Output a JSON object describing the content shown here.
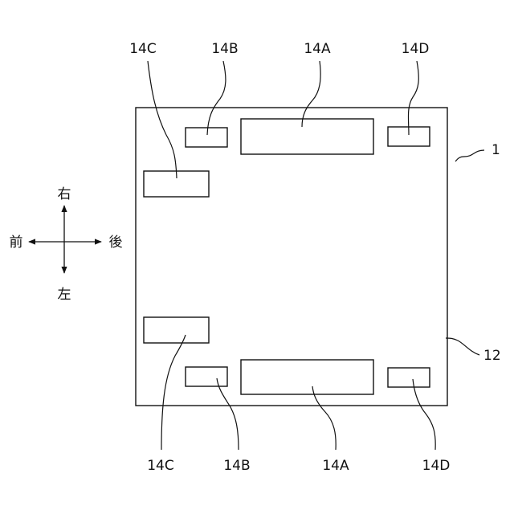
{
  "labels": {
    "top_14C": "14C",
    "top_14B": "14B",
    "top_14A": "14A",
    "top_14D": "14D",
    "bottom_14C": "14C",
    "bottom_14B": "14B",
    "bottom_14A": "14A",
    "bottom_14D": "14D",
    "ref_1": "1",
    "ref_12": "12"
  },
  "directions": {
    "right": "右",
    "left": "左",
    "front": "前",
    "rear": "後"
  },
  "colors": {
    "stroke": "#111111",
    "background": "#ffffff"
  }
}
